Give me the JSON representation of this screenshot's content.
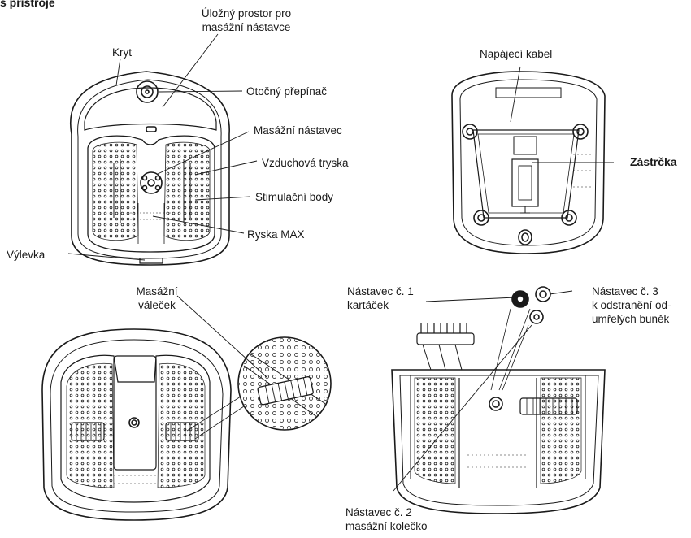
{
  "heading": "s přístroje",
  "labels": {
    "storage": [
      "Úložný prostor pro",
      "masážní nástavce"
    ],
    "lid": "Kryt",
    "knob": "Otočný přepínač",
    "attachment": "Masážní nástavec",
    "air_jet": "Vzduchová tryska",
    "stim": "Stimulační body",
    "max_line": "Ryska MAX",
    "spout": "Výlevka",
    "power_cable": "Napájecí kabel",
    "plug": "Zástrčka",
    "roller": [
      "Masážní",
      "váleček"
    ],
    "att1": [
      "Nástavec č. 1",
      "kartáček"
    ],
    "att3": [
      "Nástavec č. 3",
      "k odstranění od-",
      "umřelých buněk"
    ],
    "att2": [
      "Nástavec č. 2",
      "masážní kolečko"
    ]
  }
}
